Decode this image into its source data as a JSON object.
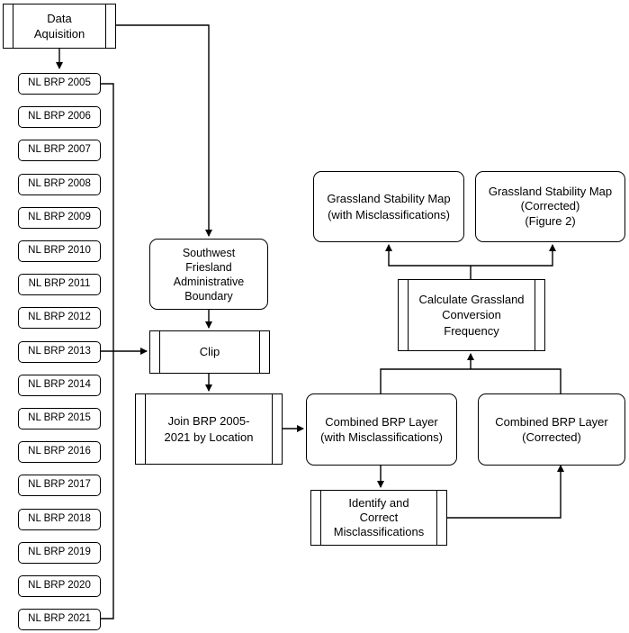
{
  "diagram": {
    "data_acquisition": "Data\nAquisition",
    "brp_years": [
      "NL BRP 2005",
      "NL BRP 2006",
      "NL BRP 2007",
      "NL BRP 2008",
      "NL BRP 2009",
      "NL BRP 2010",
      "NL BRP 2011",
      "NL BRP 2012",
      "NL BRP 2013",
      "NL BRP 2014",
      "NL BRP 2015",
      "NL BRP 2016",
      "NL BRP 2017",
      "NL BRP 2018",
      "NL BRP 2019",
      "NL BRP 2020",
      "NL BRP 2021"
    ],
    "boundary": "Southwest\nFriesland\nAdministrative\nBoundary",
    "clip": "Clip",
    "join": "Join BRP 2005-\n2021 by Location",
    "combined_misclass": "Combined BRP Layer\n(with Misclassifications)",
    "identify_correct": "Identify and\nCorrect\nMisclassifications",
    "combined_corrected": "Combined BRP Layer\n(Corrected)",
    "calculate": "Calculate Grassland\nConversion\nFrequency",
    "map_misclass": "Grassland Stability Map\n(with Misclassifications)",
    "map_corrected": "Grassland Stability Map\n(Corrected)\n(Figure 2)"
  }
}
